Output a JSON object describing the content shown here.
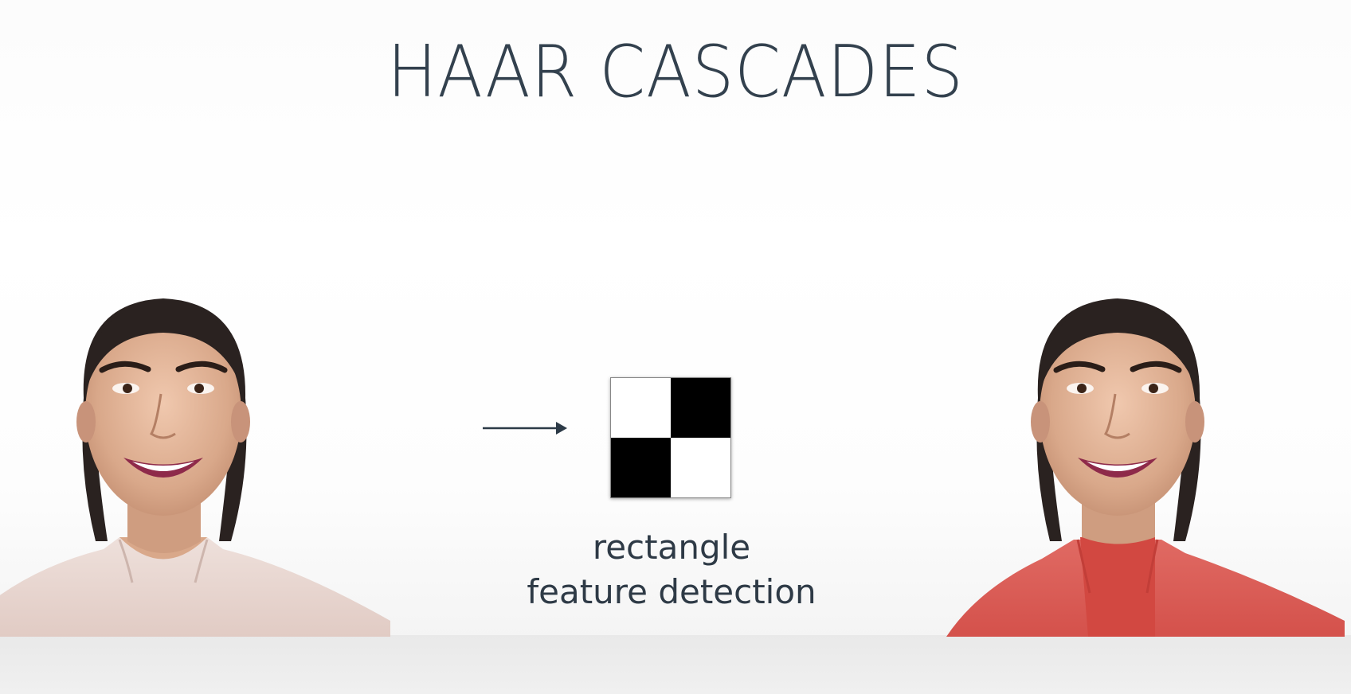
{
  "slide": {
    "title": "HAAR CASCADES",
    "caption_line1": "rectangle",
    "caption_line2": "feature detection"
  },
  "colors": {
    "title_text": "#33414e",
    "left_shirt": "#e9d8d2",
    "right_shirt": "#d9534e",
    "hair": "#2a2220",
    "skin": "#d9a88a"
  },
  "haar_feature": {
    "pattern": [
      [
        "white",
        "black"
      ],
      [
        "black",
        "white"
      ]
    ]
  }
}
